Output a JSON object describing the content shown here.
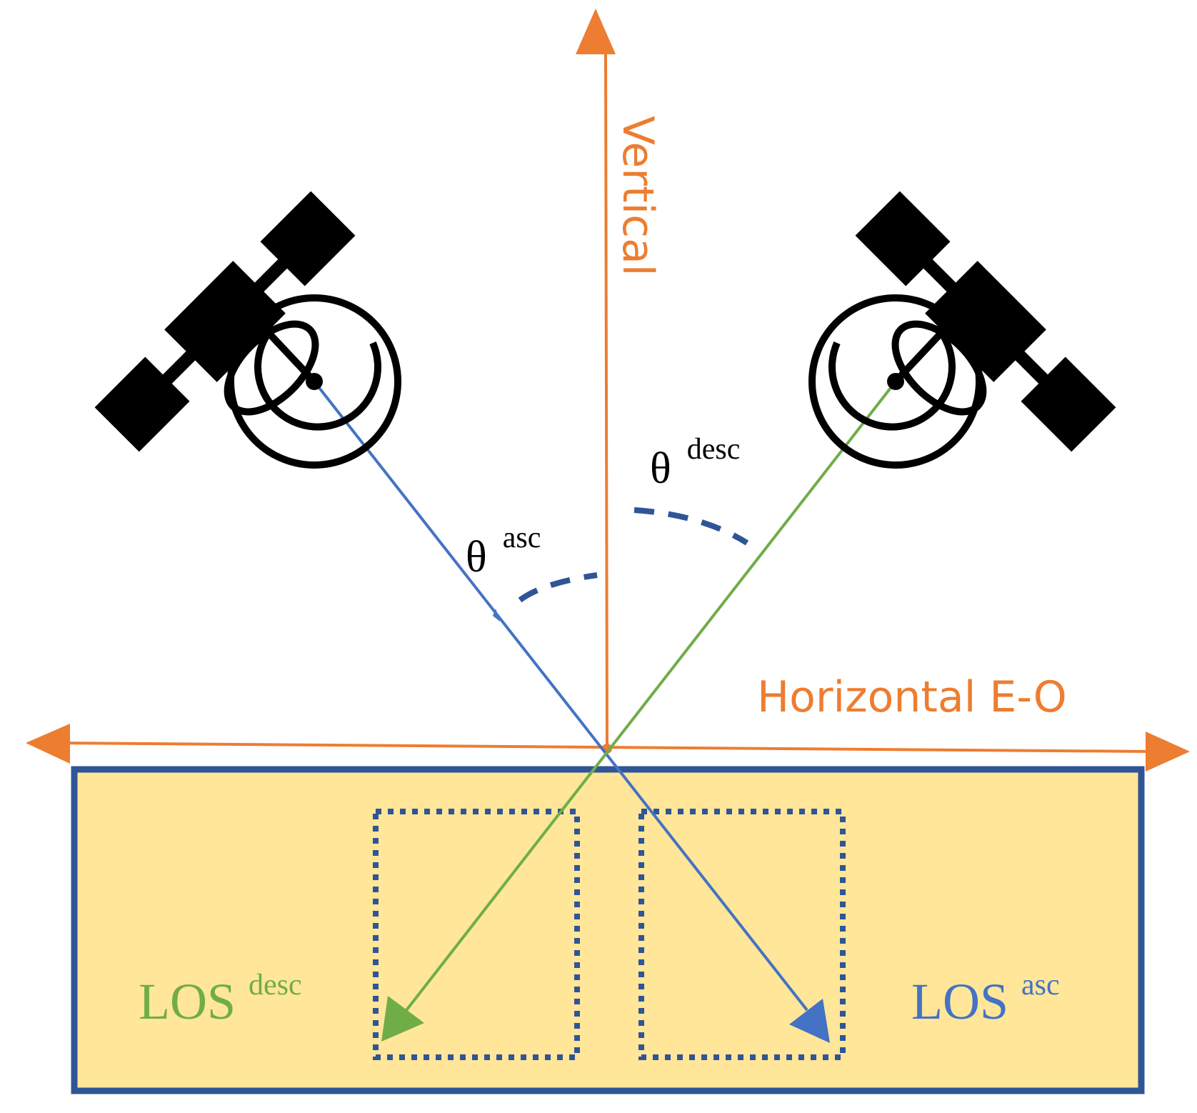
{
  "colors": {
    "axis": "#ED7D31",
    "los_asc": "#4472C4",
    "los_desc": "#70AD47",
    "ground_fill": "#FFE699",
    "ground_border": "#2F5597",
    "angle_arc": "#2F5597",
    "satellite": "#000000"
  },
  "axes": {
    "vertical_label": "Vertical",
    "horizontal_label": "Horizontal E-O"
  },
  "angles": {
    "asc": {
      "symbol": "θ",
      "sup": "asc"
    },
    "desc": {
      "symbol": "θ",
      "sup": "desc"
    }
  },
  "los": {
    "desc": {
      "main": "LOS",
      "sup": "desc"
    },
    "asc": {
      "main": "LOS",
      "sup": "asc"
    }
  },
  "icons": {
    "left_satellite": "satellite-icon",
    "right_satellite": "satellite-icon"
  }
}
